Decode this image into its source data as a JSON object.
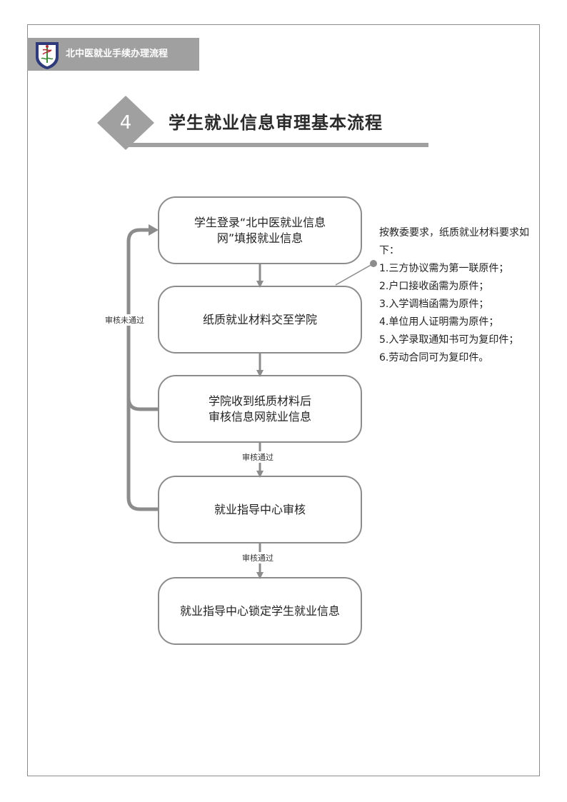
{
  "header": {
    "title": "北中医就业手续办理流程"
  },
  "section": {
    "number": "4",
    "title": "学生就业信息审理基本流程"
  },
  "flow": {
    "steps": [
      {
        "line1": "学生登录“北中医就业信息",
        "line2": "网”填报就业信息"
      },
      {
        "line1": "纸质就业材料交至学院",
        "line2": ""
      },
      {
        "line1": "学院收到纸质材料后",
        "line2": "审核信息网就业信息"
      },
      {
        "line1": "就业指导中心审核",
        "line2": ""
      },
      {
        "line1": "就业指导中心锁定学生就业信息",
        "line2": ""
      }
    ],
    "labels": {
      "fail": "审核未通过",
      "pass_1": "审核通过",
      "pass_2": "审核通过"
    }
  },
  "note": {
    "intro": "按教委要求，纸质就业材料要求如下：",
    "items": [
      "1.三方协议需为第一联原件；",
      "2.户口接收函需为原件；",
      "3.入学调档函需为原件；",
      "4.单位用人证明需为原件；",
      "5.入学录取通知书可为复印件；",
      "6.劳动合同可为复印件。"
    ]
  },
  "colors": {
    "gray": "#8c8c8c",
    "header_gray": "#a0a0a0",
    "logo_navy": "#2e3a7a",
    "logo_red": "#b0303a",
    "logo_green": "#3c8a3c"
  }
}
